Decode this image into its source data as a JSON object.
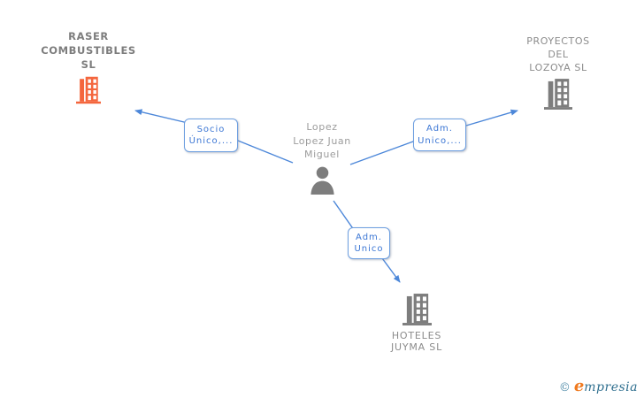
{
  "background": "#ffffff",
  "colors": {
    "background": "#ffffff",
    "line_blue": "#4C87D9",
    "box_border": "#6E9FE0",
    "box_text": "#3B76D4",
    "text_gray": "#8C8C8C",
    "main_company_text": "#7D7D7D",
    "person_name_gray": "#9C9C9C",
    "company_icon_orange": "#F4663D",
    "company_icon_gray": "#7D7D7D",
    "person_icon_gray": "#7D7D7D",
    "brand_copy": "#4E8AA8",
    "brand_orange": "#F0791E",
    "brand_teal": "#2F6F8F"
  },
  "person": {
    "line1": "Lopez",
    "line2": "Lopez Juan",
    "line3": "Miguel"
  },
  "companies": {
    "raser": {
      "line1": "RASER",
      "line2": "COMBUSTIBLES",
      "line3": "SL"
    },
    "proyectos": {
      "line1": "PROYECTOS",
      "line2": "DEL",
      "line3": "LOZOYA SL"
    },
    "hoteles": {
      "line1": "HOTELES",
      "line2": "JUYMA SL"
    }
  },
  "relations": {
    "socio_raser": {
      "line1": "Socio",
      "line2": "Único,..."
    },
    "adm_proyectos": {
      "line1": "Adm.",
      "line2": "Unico,..."
    },
    "adm_hoteles": {
      "line1": "Adm.",
      "line2": "Unico"
    }
  },
  "footer": {
    "copyright_symbol": "©",
    "brand_initial": "e",
    "brand_rest": "mpresia"
  }
}
